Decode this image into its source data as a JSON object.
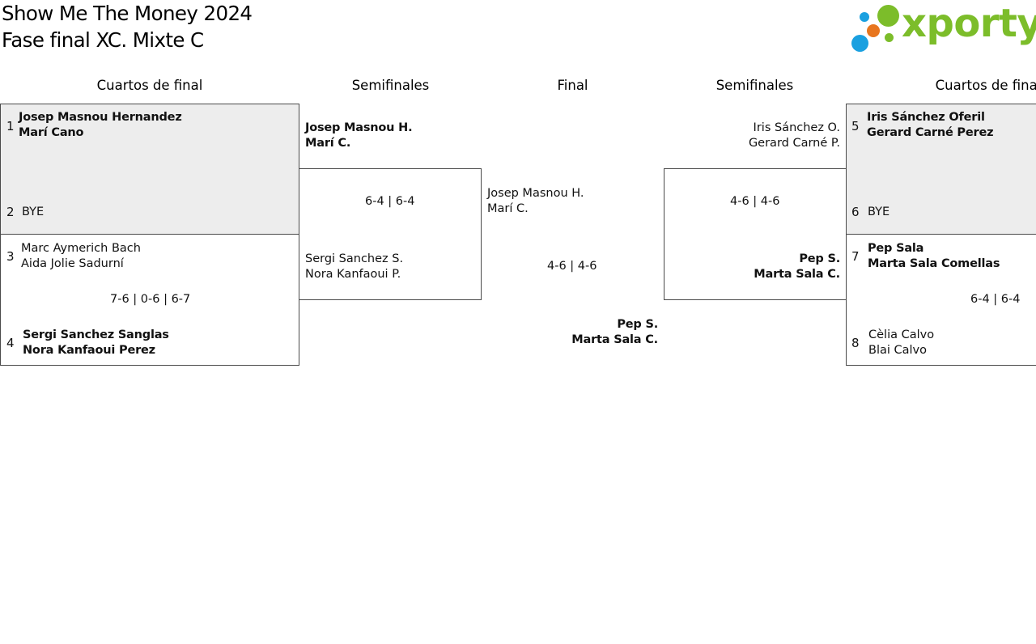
{
  "header": {
    "title_line1": "Show Me The Money 2024",
    "title_line2": "Fase final XC. Mixte C"
  },
  "logo": {
    "text": "xporty",
    "colors": {
      "green": "#7cbd2a",
      "blue": "#1aa0e0",
      "orange": "#e8761e"
    }
  },
  "rounds": {
    "left_quarters": "Cuartos de final",
    "left_semis": "Semifinales",
    "final": "Final",
    "right_semis": "Semifinales",
    "right_quarters": "Cuartos de final"
  },
  "left_quarters": {
    "m1": {
      "seed1": "1",
      "p1a": "Josep Masnou Hernandez",
      "p1b": "Marí Cano",
      "seed2": "2",
      "p2": "BYE"
    },
    "m2": {
      "seed1": "3",
      "p1a": "Marc Aymerich Bach",
      "p1b": "Aida Jolie Sadurní",
      "score": "7-6 | 0-6 | 6-7",
      "seed2": "4",
      "p2a": "Sergi Sanchez Sanglas",
      "p2b": "Nora Kanfaoui Perez"
    }
  },
  "left_semi": {
    "top_a": "Josep Masnou H.",
    "top_b": "Marí C.",
    "score": "6-4 | 6-4",
    "bot_a": "Sergi Sanchez S.",
    "bot_b": "Nora Kanfaoui P."
  },
  "final": {
    "left_a": "Josep Masnou H.",
    "left_b": "Marí C.",
    "score": "4-6 | 4-6",
    "winner_a": "Pep S.",
    "winner_b": "Marta Sala C."
  },
  "right_semi": {
    "top_a": "Iris Sánchez O.",
    "top_b": "Gerard Carné P.",
    "score": "4-6 | 4-6",
    "bot_a": "Pep S.",
    "bot_b": "Marta Sala C."
  },
  "right_quarters": {
    "m1": {
      "seed1": "5",
      "p1a": "Iris Sánchez Oferil",
      "p1b": "Gerard Carné Perez",
      "seed2": "6",
      "p2": "BYE"
    },
    "m2": {
      "seed1": "7",
      "p1a": "Pep Sala",
      "p1b": "Marta Sala Comellas",
      "score": "6-4 | 6-4",
      "seed2": "8",
      "p2a": "Cèlia Calvo",
      "p2b": "Blai Calvo"
    }
  }
}
